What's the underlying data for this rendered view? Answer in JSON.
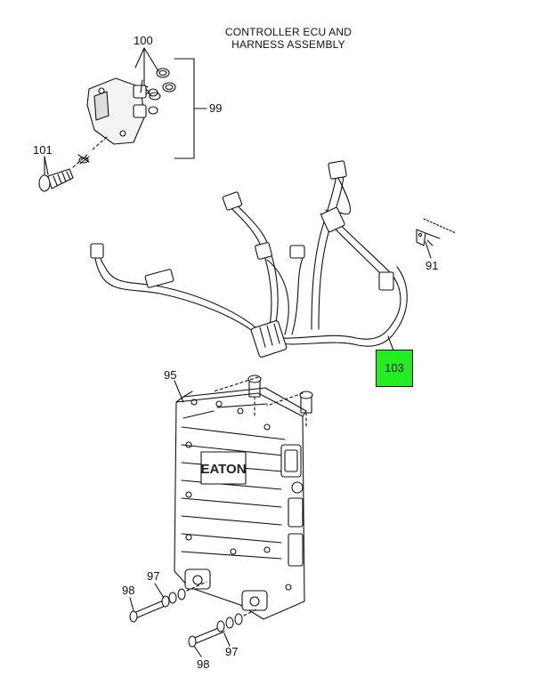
{
  "title": {
    "line1": "CONTROLLER ECU AND",
    "line2": "HARNESS ASSEMBLY"
  },
  "callouts": {
    "c100": "100",
    "c99": "99",
    "c101": "101",
    "c91": "91",
    "c103": "103",
    "c95": "95",
    "c97a": "97",
    "c98a": "98",
    "c97b": "97",
    "c98b": "98"
  },
  "logo": "EATON",
  "highlight_color": "#22ee22"
}
